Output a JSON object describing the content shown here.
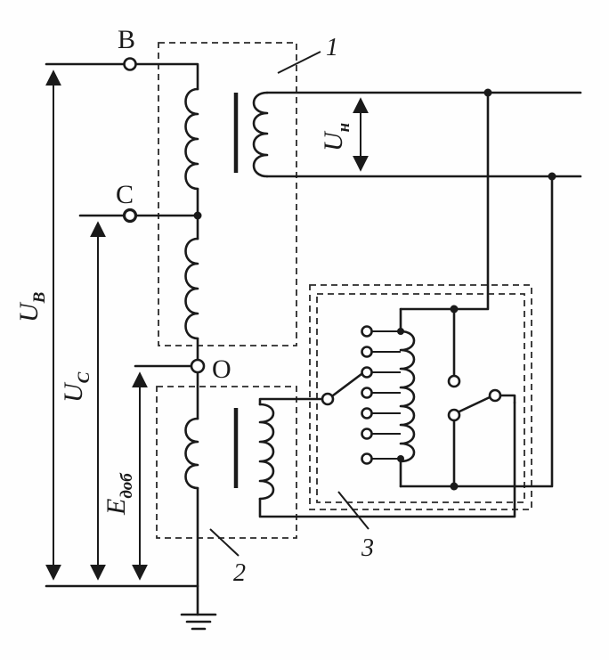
{
  "terminals": {
    "b": "B",
    "c": "C",
    "o": "O"
  },
  "voltages": {
    "ub": {
      "main": "U",
      "sub": "B"
    },
    "uc": {
      "main": "U",
      "sub": "C"
    },
    "un": {
      "main": "U",
      "sub": "н"
    },
    "edob": {
      "main": "E",
      "sub": "доб"
    }
  },
  "callouts": {
    "one": "1",
    "two": "2",
    "three": "3"
  }
}
